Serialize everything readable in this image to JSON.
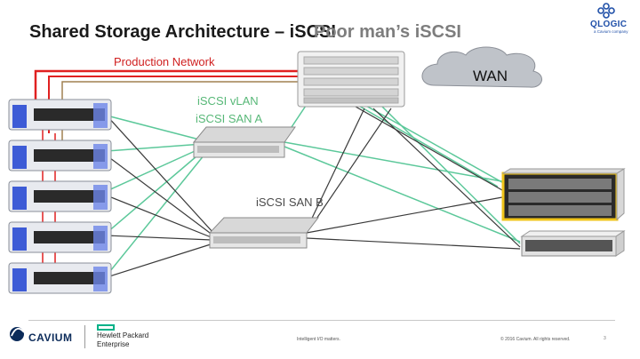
{
  "title": "Shared Storage Architecture – iSCSI",
  "title_overlay": "Poor man’s iSCSI",
  "labels": {
    "production_network": "Production Network",
    "iscsi_vlan": "iSCSI vLAN",
    "iscsi_san_a": "iSCSI SAN A",
    "iscsi_san_b": "iSCSI SAN B",
    "wan": "WAN"
  },
  "logos": {
    "qlogic": "QLOGIC",
    "qlogic_tagline": "a Cavium company",
    "cavium": "CAVIUM",
    "hpe_line1": "Hewlett Packard",
    "hpe_line2": "Enterprise"
  },
  "footer": {
    "middle": "Intelligent I/O matters.",
    "copyright": "© 2016 Cavium. All rights reserved.",
    "page": "3"
  },
  "colors": {
    "production_link": "#e02020",
    "san_a_link": "#5cc89a",
    "san_b_link": "#3a3a3a",
    "label_green": "#58b878",
    "label_red": "#d02020",
    "storage_accent": "#f0c419",
    "qlogic_blue": "#1f4fa8",
    "hpe_green": "#00b188"
  }
}
